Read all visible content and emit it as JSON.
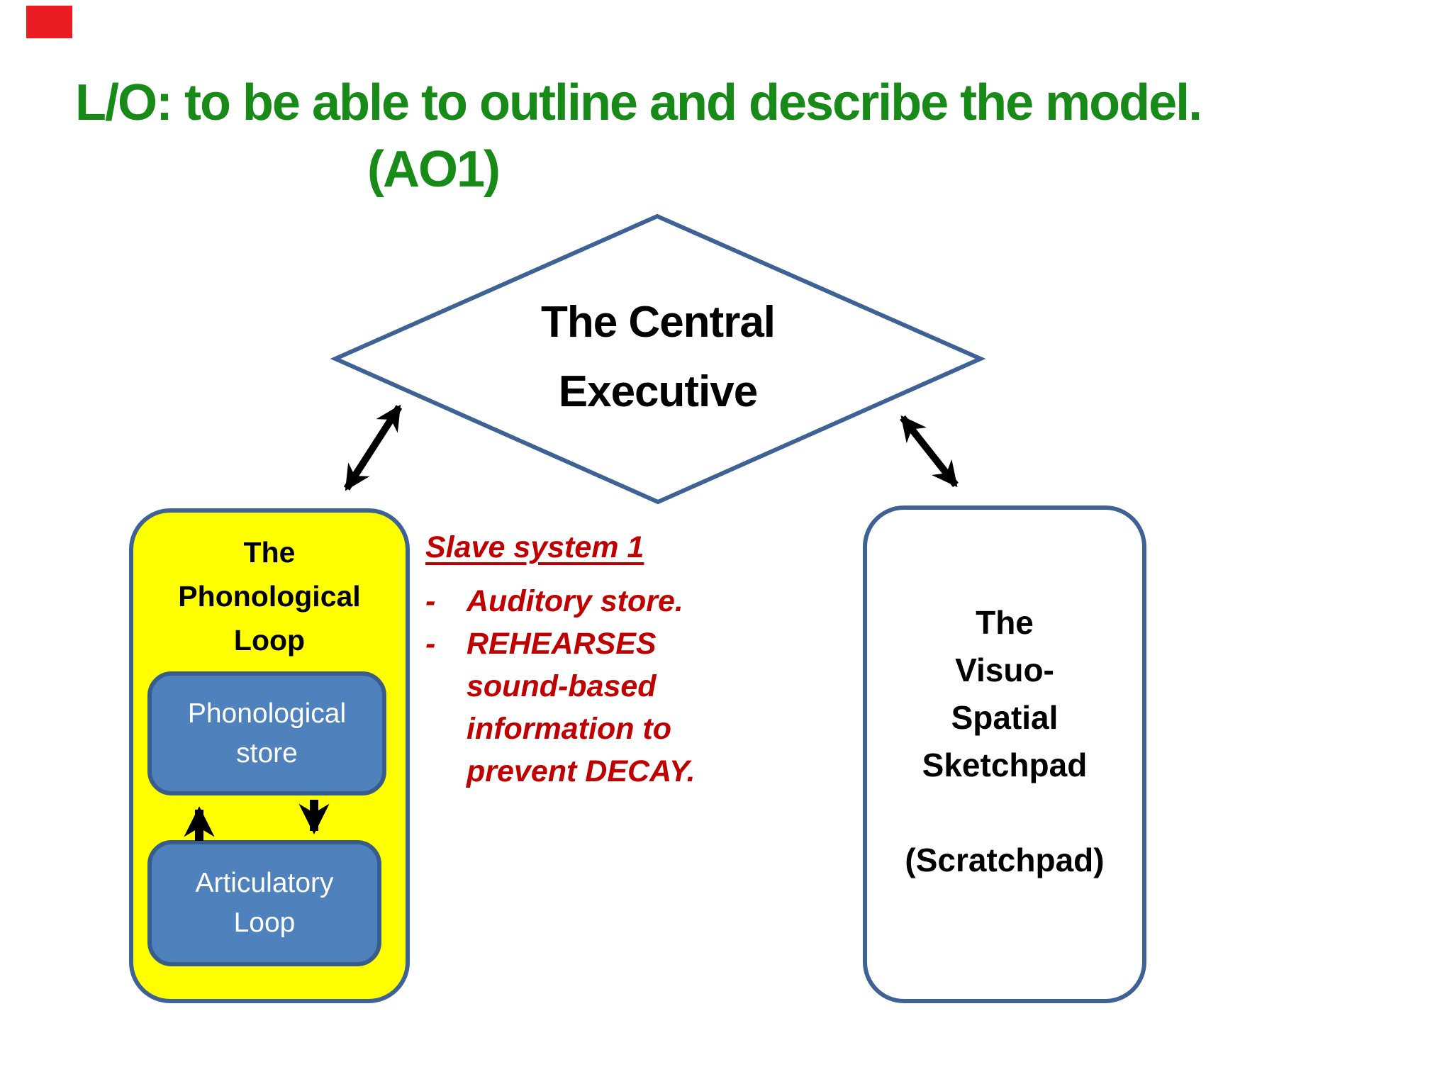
{
  "slide": {
    "title": "L/O: to be able to outline and describe the model.",
    "subtitle": "(AO1)",
    "colors": {
      "title_green": "#178a17",
      "notes_red": "#c00000",
      "corner_mark_red": "#ec1c24",
      "loop_yellow": "#ffff00",
      "inner_box_blue": "#4f81bd",
      "inner_box_border": "#385d8a",
      "outline_blue": "#3e6295",
      "arrow_black": "#000000"
    }
  },
  "diamond": {
    "label_lines": [
      "The Central",
      "Executive"
    ]
  },
  "phonological_loop": {
    "label_lines": [
      "The",
      "Phonological",
      "Loop"
    ],
    "store": {
      "label_lines": [
        "Phonological",
        "store"
      ]
    },
    "articulatory": {
      "label_lines": [
        "Articulatory",
        "Loop"
      ]
    }
  },
  "notes": {
    "heading": "Slave system 1",
    "bullet_char": "-",
    "bullets": [
      {
        "lines": [
          "Auditory store."
        ]
      },
      {
        "lines": [
          "REHEARSES",
          "sound-based",
          "information to",
          "prevent DECAY."
        ]
      }
    ]
  },
  "sketchpad": {
    "label_lines": [
      "The",
      "Visuo-",
      "Spatial",
      "Sketchpad",
      "",
      "(Scratchpad)"
    ]
  }
}
